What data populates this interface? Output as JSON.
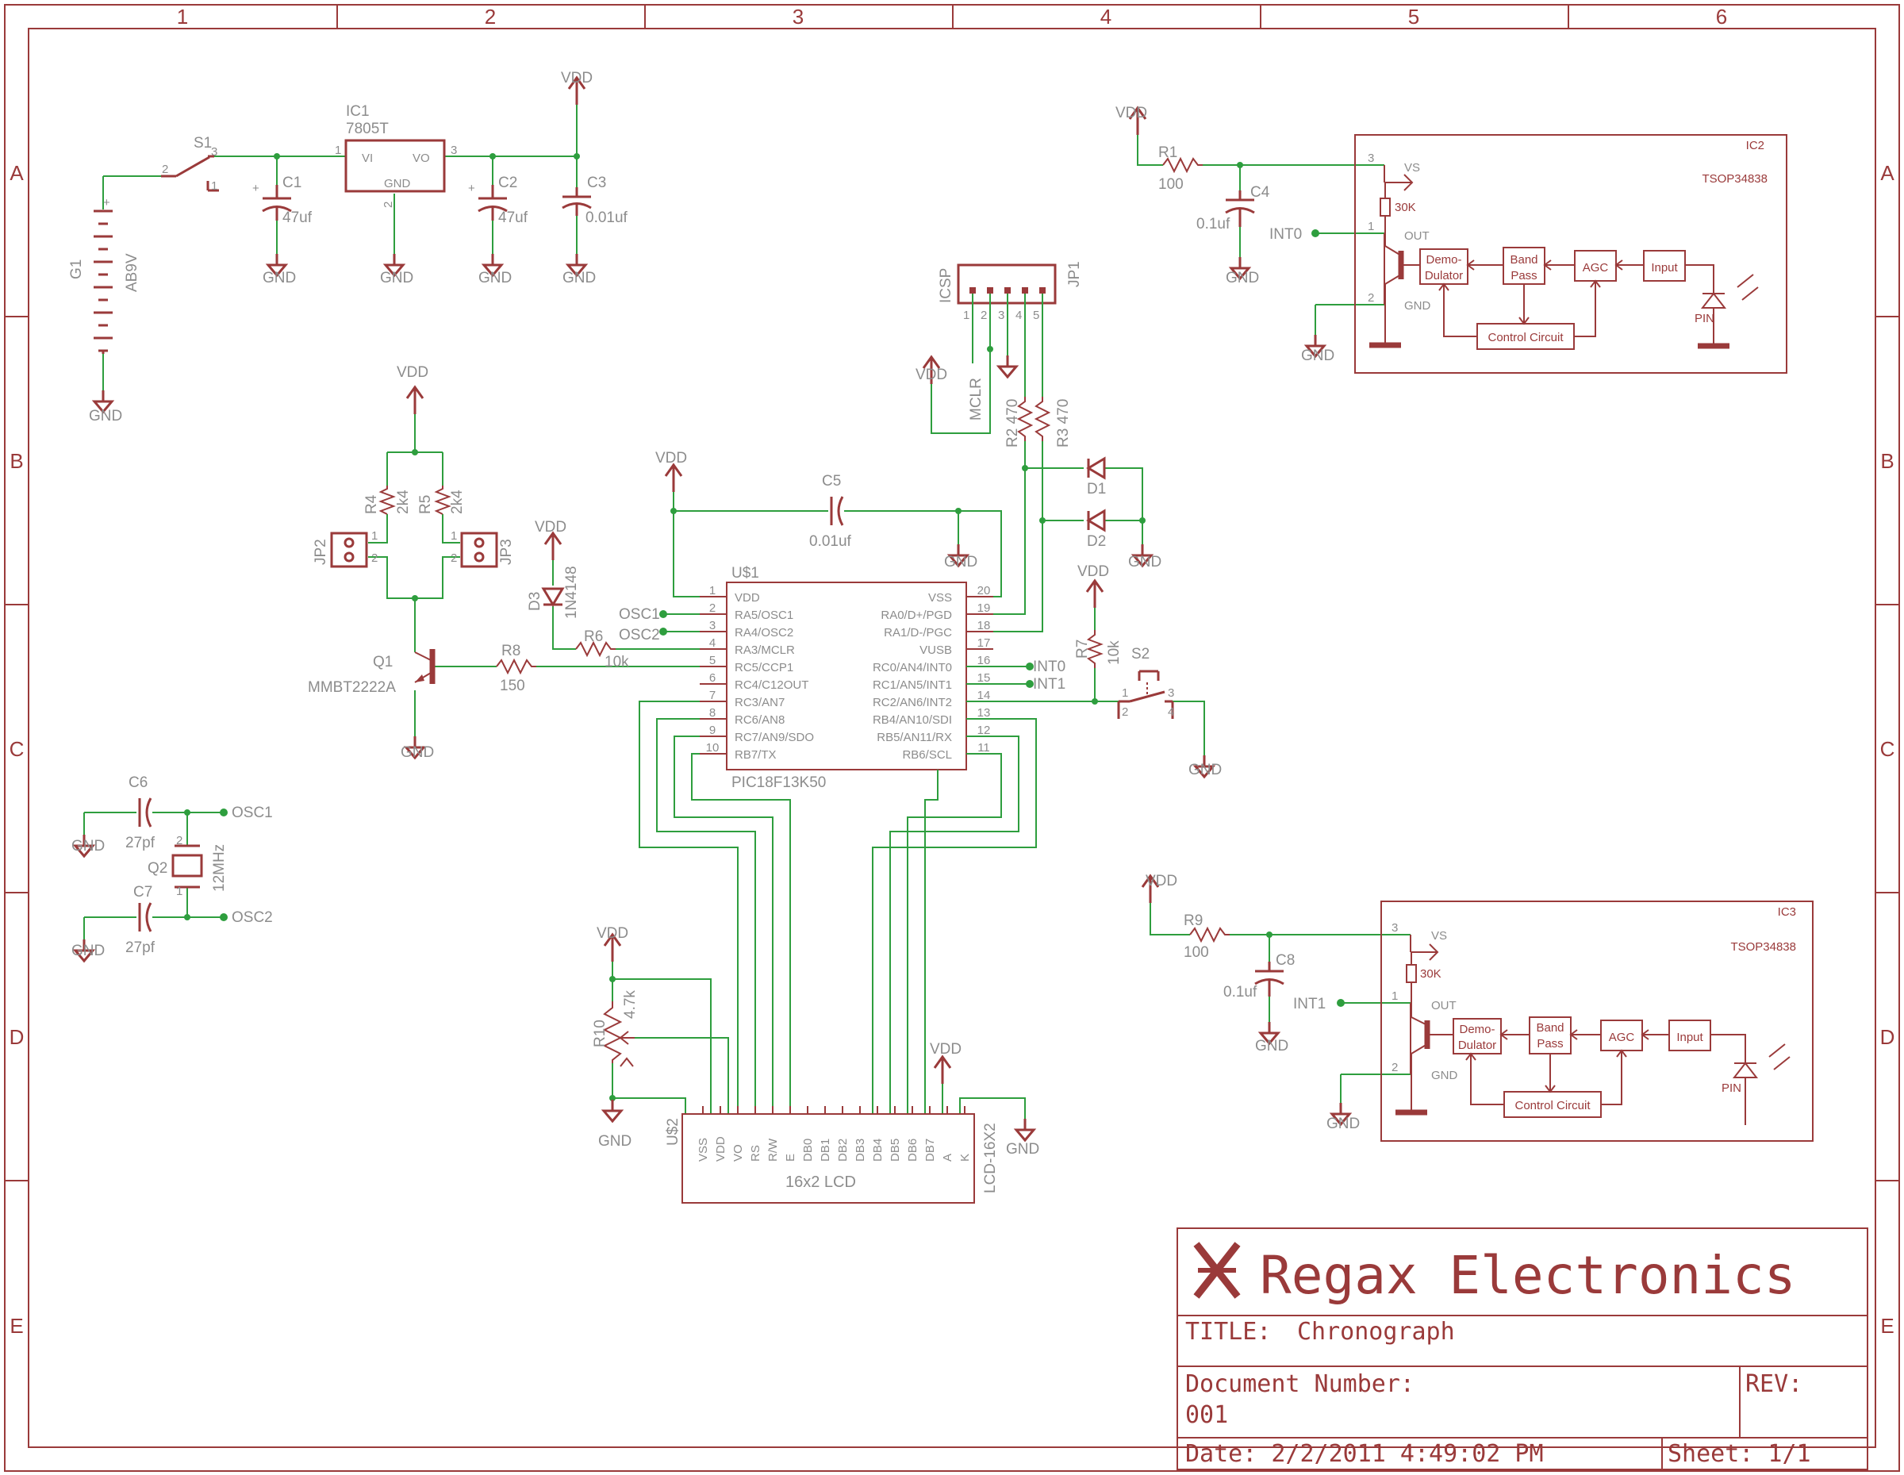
{
  "frame": {
    "columns": [
      "1",
      "2",
      "3",
      "4",
      "5",
      "6"
    ],
    "rows": [
      "A",
      "B",
      "C",
      "D",
      "E"
    ]
  },
  "title_block": {
    "company": "Regax Electronics",
    "title_label": "TITLE:",
    "title_value": "Chronograph",
    "doc_label": "Document Number:",
    "doc_value": "001",
    "rev_label": "REV:",
    "date_text": "Date: 2/2/2011 4:49:02 PM",
    "sheet_text": "Sheet: 1/1"
  },
  "power": {
    "vdd": "VDD",
    "gnd": "GND"
  },
  "power_section": {
    "s1": "S1",
    "s1_p1": "1",
    "s1_p2": "2",
    "s1_p3": "3",
    "g1": "G1",
    "g1_val": "AB9V",
    "ic1": "IC1",
    "ic1_val": "7805T",
    "ic1_vi": "VI",
    "ic1_vo": "VO",
    "ic1_gnd": "GND",
    "ic1_p1": "1",
    "ic1_p2": "2",
    "ic1_p3": "3",
    "c1": "C1",
    "c1_val": "47uf",
    "c2": "C2",
    "c2_val": "47uf",
    "c3": "C3",
    "c3_val": "0.01uf"
  },
  "ir1": {
    "r1": "R1",
    "r1_val": "100",
    "c4": "C4",
    "c4_val": "0.1uf",
    "net": "INT0",
    "ic": "IC2",
    "part": "TSOP34838",
    "vs": "VS",
    "out": "OUT",
    "gnd": "GND",
    "res": "30K",
    "demod1": "Demo-",
    "demod2": "Dulator",
    "band1": "Band",
    "band2": "Pass",
    "agc": "AGC",
    "input": "Input",
    "ctrl": "Control Circuit",
    "pin": "PIN",
    "p1": "1",
    "p2": "2",
    "p3": "3"
  },
  "ir2": {
    "r9": "R9",
    "r9_val": "100",
    "c8": "C8",
    "c8_val": "0.1uf",
    "net": "INT1",
    "ic": "IC3",
    "part": "TSOP34838",
    "vs": "VS",
    "out": "OUT",
    "gnd": "GND",
    "res": "30K",
    "demod1": "Demo-",
    "demod2": "Dulator",
    "band1": "Band",
    "band2": "Pass",
    "agc": "AGC",
    "input": "Input",
    "ctrl": "Control Circuit",
    "pin": "PIN",
    "p1": "1",
    "p2": "2",
    "p3": "3"
  },
  "icsp": {
    "name": "JP1",
    "label": "ICSP",
    "mclr": "MCLR",
    "pins": [
      "1",
      "2",
      "3",
      "4",
      "5"
    ],
    "r2": "R2",
    "r2_val": "470",
    "r3": "R3",
    "r3_val": "470",
    "d1": "D1",
    "d2": "D2"
  },
  "bridge": {
    "r4": "R4",
    "r4_val": "2k4",
    "r5": "R5",
    "r5_val": "2k4",
    "jp2": "JP2",
    "jp3": "JP3",
    "p1": "1",
    "p2": "2",
    "q1": "Q1",
    "q1_val": "MMBT2222A",
    "r8": "R8",
    "r8_val": "150"
  },
  "mcu": {
    "name": "U$1",
    "part": "PIC18F13K50",
    "left_pins": [
      {
        "num": "1",
        "label": "VDD"
      },
      {
        "num": "2",
        "label": "RA5/OSC1"
      },
      {
        "num": "3",
        "label": "RA4/OSC2"
      },
      {
        "num": "4",
        "label": "RA3/MCLR"
      },
      {
        "num": "5",
        "label": "RC5/CCP1"
      },
      {
        "num": "6",
        "label": "RC4/C12OUT"
      },
      {
        "num": "7",
        "label": "RC3/AN7"
      },
      {
        "num": "8",
        "label": "RC6/AN8"
      },
      {
        "num": "9",
        "label": "RC7/AN9/SDO"
      },
      {
        "num": "10",
        "label": "RB7/TX"
      }
    ],
    "right_pins": [
      {
        "num": "20",
        "label": "VSS"
      },
      {
        "num": "19",
        "label": "RA0/D+/PGD"
      },
      {
        "num": "18",
        "label": "RA1/D-/PGC"
      },
      {
        "num": "17",
        "label": "VUSB"
      },
      {
        "num": "16",
        "label": "RC0/AN4/INT0"
      },
      {
        "num": "15",
        "label": "RC1/AN5/INT1"
      },
      {
        "num": "14",
        "label": "RC2/AN6/INT2"
      },
      {
        "num": "13",
        "label": "RB4/AN10/SDI"
      },
      {
        "num": "12",
        "label": "RB5/AN11/RX"
      },
      {
        "num": "11",
        "label": "RB6/SCL"
      }
    ],
    "net_osc1": "OSC1",
    "net_osc2": "OSC2",
    "net_int0": "INT0",
    "net_int1": "INT1",
    "d3": "D3",
    "d3_val": "1N4148",
    "r6": "R6",
    "r6_val": "10k",
    "c5": "C5",
    "c5_val": "0.01uf",
    "r7": "R7",
    "r7_val": "10k",
    "s2": "S2",
    "s2_p1": "1",
    "s2_p2": "2",
    "s2_p3": "3",
    "s2_p4": "4"
  },
  "osc": {
    "c6": "C6",
    "c6_val": "27pf",
    "c7": "C7",
    "c7_val": "27pf",
    "q2": "Q2",
    "q2_val": "12MHz",
    "p1": "1",
    "p2": "2",
    "net1": "OSC1",
    "net2": "OSC2"
  },
  "lcd": {
    "name": "U$2",
    "part": "LCD-16X2",
    "title": "16x2 LCD",
    "pins": [
      "VSS",
      "VDD",
      "VO",
      "RS",
      "R/W",
      "E",
      "DB0",
      "DB1",
      "DB2",
      "DB3",
      "DB4",
      "DB5",
      "DB6",
      "DB7",
      "A",
      "K"
    ],
    "r10": "R10",
    "r10_val": "4.7k"
  }
}
